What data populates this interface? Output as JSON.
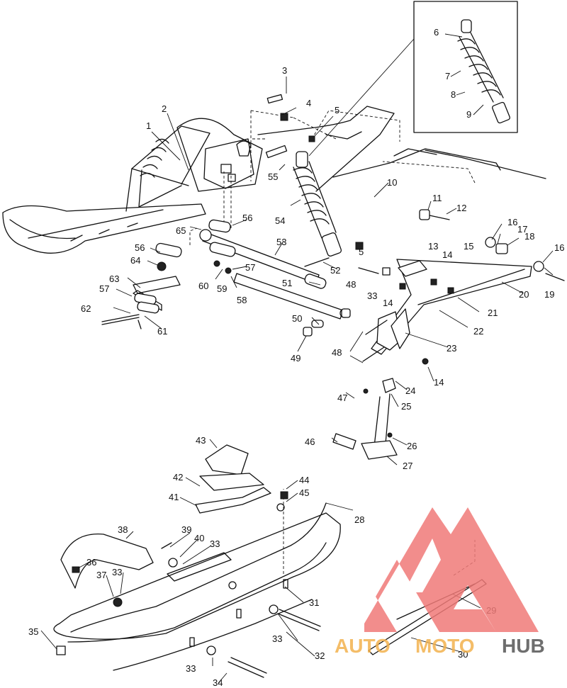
{
  "diagram": {
    "callouts": [
      "1",
      "2",
      "3",
      "4",
      "5",
      "6",
      "7",
      "8",
      "9",
      "10",
      "11",
      "12",
      "13",
      "14",
      "15",
      "16",
      "17",
      "18",
      "19",
      "20",
      "21",
      "22",
      "23",
      "24",
      "25",
      "26",
      "27",
      "28",
      "29",
      "30",
      "31",
      "32",
      "33",
      "34",
      "35",
      "36",
      "37",
      "38",
      "39",
      "40",
      "41",
      "42",
      "43",
      "44",
      "45",
      "46",
      "47",
      "48",
      "49",
      "50",
      "51",
      "52",
      "53",
      "54",
      "55",
      "56",
      "57",
      "58",
      "59",
      "60",
      "61",
      "62",
      "63",
      "64",
      "65"
    ]
  },
  "watermark": {
    "part1": "AUTO",
    "part2": "MOTO",
    "part3": "HUB",
    "color_accent": "#f07a78",
    "color_orange": "#f3b24e",
    "color_gray": "#555555"
  }
}
